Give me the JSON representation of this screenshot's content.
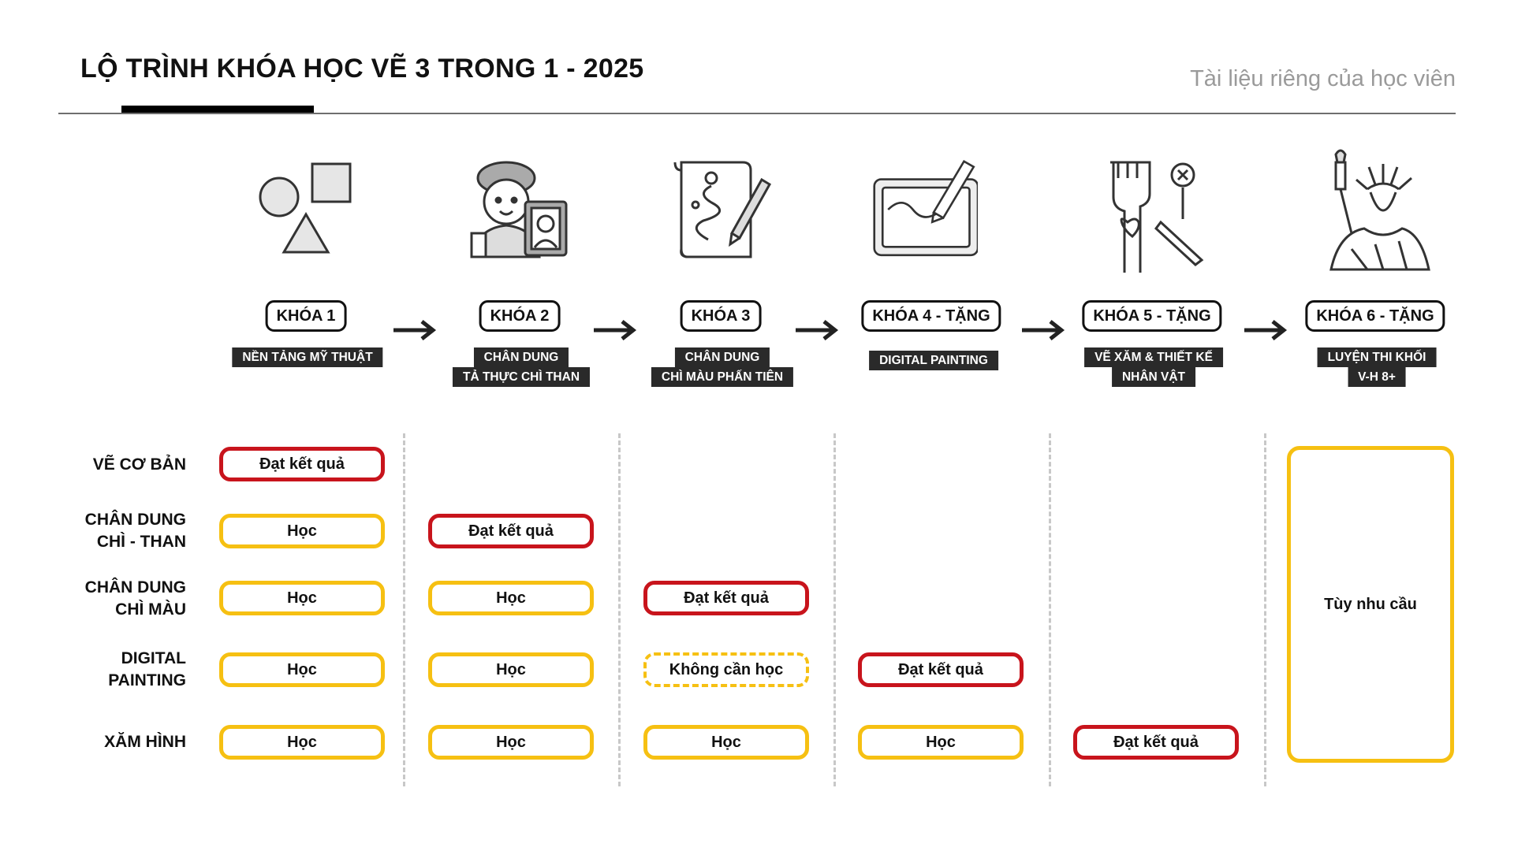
{
  "header": {
    "title": "LỘ TRÌNH KHÓA HỌC VẼ 3 TRONG 1 - 2025",
    "subtitle": "Tài liệu riêng của học viên"
  },
  "courses": [
    {
      "name": "KHÓA 1",
      "desc": [
        "NỀN TẢNG MỸ THUẬT"
      ],
      "icon": "shapes-icon"
    },
    {
      "name": "KHÓA 2",
      "desc": [
        "CHÂN DUNG",
        "TẢ THỰC CHÌ THAN"
      ],
      "icon": "portrait-artist-icon"
    },
    {
      "name": "KHÓA 3",
      "desc": [
        "CHÂN DUNG",
        "CHÌ MÀU PHẤN TIÊN"
      ],
      "icon": "sketch-scroll-icon"
    },
    {
      "name": "KHÓA 4 - TẶNG",
      "desc": [
        "DIGITAL PAINTING"
      ],
      "icon": "drawing-tablet-icon"
    },
    {
      "name": "KHÓA 5 - TẶNG",
      "desc": [
        "VẼ XĂM & THIẾT KẾ",
        "NHÂN VẬT"
      ],
      "icon": "tattoo-arm-icon"
    },
    {
      "name": "KHÓA 6 - TẶNG",
      "desc": [
        "LUYỆN THI KHỐI",
        "V-H 8+"
      ],
      "icon": "statue-of-liberty-icon"
    }
  ],
  "rows": [
    {
      "label": [
        "VẼ CƠ BẢN"
      ]
    },
    {
      "label": [
        "CHÂN DUNG",
        "CHÌ - THAN"
      ]
    },
    {
      "label": [
        "CHÂN DUNG",
        "CHÌ MÀU"
      ]
    },
    {
      "label": [
        "DIGITAL",
        "PAINTING"
      ]
    },
    {
      "label": [
        "XĂM HÌNH"
      ]
    }
  ],
  "status_text": {
    "learn": "Học",
    "result": "Đạt kết quả",
    "skip": "Không cần học",
    "custom": "Tùy nhu cầu"
  },
  "grid": [
    [
      "result",
      null,
      null,
      null,
      null
    ],
    [
      "learn",
      "result",
      null,
      null,
      null
    ],
    [
      "learn",
      "learn",
      "result",
      null,
      null
    ],
    [
      "learn",
      "learn",
      "skip",
      "result",
      null
    ],
    [
      "learn",
      "learn",
      "learn",
      "learn",
      "result"
    ]
  ],
  "colors": {
    "learn": "#f6c012",
    "result": "#c8141c",
    "dark": "#2a2a2a"
  }
}
